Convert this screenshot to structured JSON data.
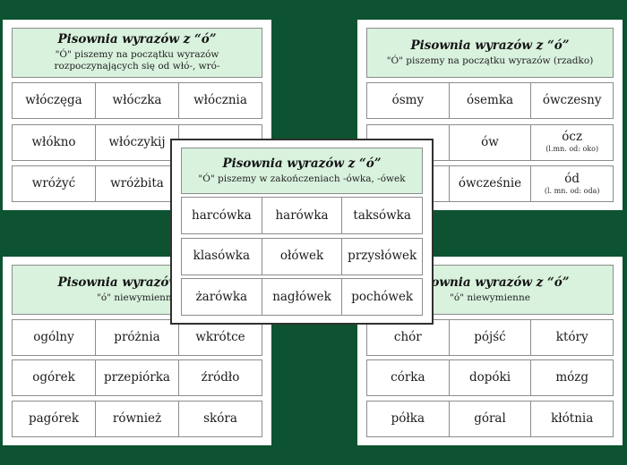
{
  "canvas": {
    "background": "#0d5331",
    "card_background": "#ffffff",
    "header_background": "#d9f2de",
    "border_gray": "#8c8c8c",
    "center_card_border": "#303030",
    "text_color": "#1b1b1b"
  },
  "cards": [
    {
      "name": "wlo-wro",
      "title": "Pisownia wyrazów z “ó”",
      "subtitle": "\"Ó\" piszemy na początku wyrazów rozpoczynających się od włó-, wró-",
      "rows": [
        [
          {
            "t": "włóczęga",
            "n": ""
          },
          {
            "t": "włóczka",
            "n": ""
          },
          {
            "t": "włócznia",
            "n": ""
          }
        ],
        [
          {
            "t": "włókno",
            "n": ""
          },
          {
            "t": "włóczykij",
            "n": ""
          },
          {
            "t": "",
            "n": ""
          }
        ],
        [
          {
            "t": "wróżyć",
            "n": ""
          },
          {
            "t": "wróżbita",
            "n": ""
          },
          {
            "t": "",
            "n": ""
          }
        ]
      ]
    },
    {
      "name": "poczatek-rzadko",
      "title": "Pisownia wyrazów z “ó”",
      "subtitle": "\"Ó\" piszemy na początku wyrazów (rzadko)",
      "rows": [
        [
          {
            "t": "ósmy",
            "n": ""
          },
          {
            "t": "ósemka",
            "n": ""
          },
          {
            "t": "ówczesny",
            "n": ""
          }
        ],
        [
          {
            "t": "",
            "n": ""
          },
          {
            "t": "ów",
            "n": ""
          },
          {
            "t": "ócz",
            "n": "(l.mn. od: oko)"
          }
        ],
        [
          {
            "t": "",
            "n": ""
          },
          {
            "t": "ówcześnie",
            "n": ""
          },
          {
            "t": "ód",
            "n": "(l. mn. od: oda)"
          }
        ]
      ]
    },
    {
      "name": "owka-owek",
      "title": "Pisownia wyrazów z “ó”",
      "subtitle": "\"Ó\" piszemy w zakończeniach -ówka, -ówek",
      "rows": [
        [
          {
            "t": "harcówka",
            "n": ""
          },
          {
            "t": "harówka",
            "n": ""
          },
          {
            "t": "taksówka",
            "n": ""
          }
        ],
        [
          {
            "t": "klasówka",
            "n": ""
          },
          {
            "t": "ołówek",
            "n": ""
          },
          {
            "t": "przysłówek",
            "n": ""
          }
        ],
        [
          {
            "t": "żarówka",
            "n": ""
          },
          {
            "t": "nagłówek",
            "n": ""
          },
          {
            "t": "pochówek",
            "n": ""
          }
        ]
      ]
    },
    {
      "name": "niewymienne-1",
      "title": "Pisownia wyrazów z “ó”",
      "subtitle": "\"ó\" niewymienne",
      "rows": [
        [
          {
            "t": "ogólny",
            "n": ""
          },
          {
            "t": "próżnia",
            "n": ""
          },
          {
            "t": "wkrótce",
            "n": ""
          }
        ],
        [
          {
            "t": "ogórek",
            "n": ""
          },
          {
            "t": "przepiórka",
            "n": ""
          },
          {
            "t": "źródło",
            "n": ""
          }
        ],
        [
          {
            "t": "pagórek",
            "n": ""
          },
          {
            "t": "również",
            "n": ""
          },
          {
            "t": "skóra",
            "n": ""
          }
        ]
      ]
    },
    {
      "name": "niewymienne-2",
      "title": "Pisownia wyrazów z “ó”",
      "subtitle": "\"ó\" niewymienne",
      "rows": [
        [
          {
            "t": "chór",
            "n": ""
          },
          {
            "t": "pójść",
            "n": ""
          },
          {
            "t": "który",
            "n": ""
          }
        ],
        [
          {
            "t": "córka",
            "n": ""
          },
          {
            "t": "dopóki",
            "n": ""
          },
          {
            "t": "mózg",
            "n": ""
          }
        ],
        [
          {
            "t": "półka",
            "n": ""
          },
          {
            "t": "góral",
            "n": ""
          },
          {
            "t": "kłótnia",
            "n": ""
          }
        ]
      ]
    }
  ]
}
